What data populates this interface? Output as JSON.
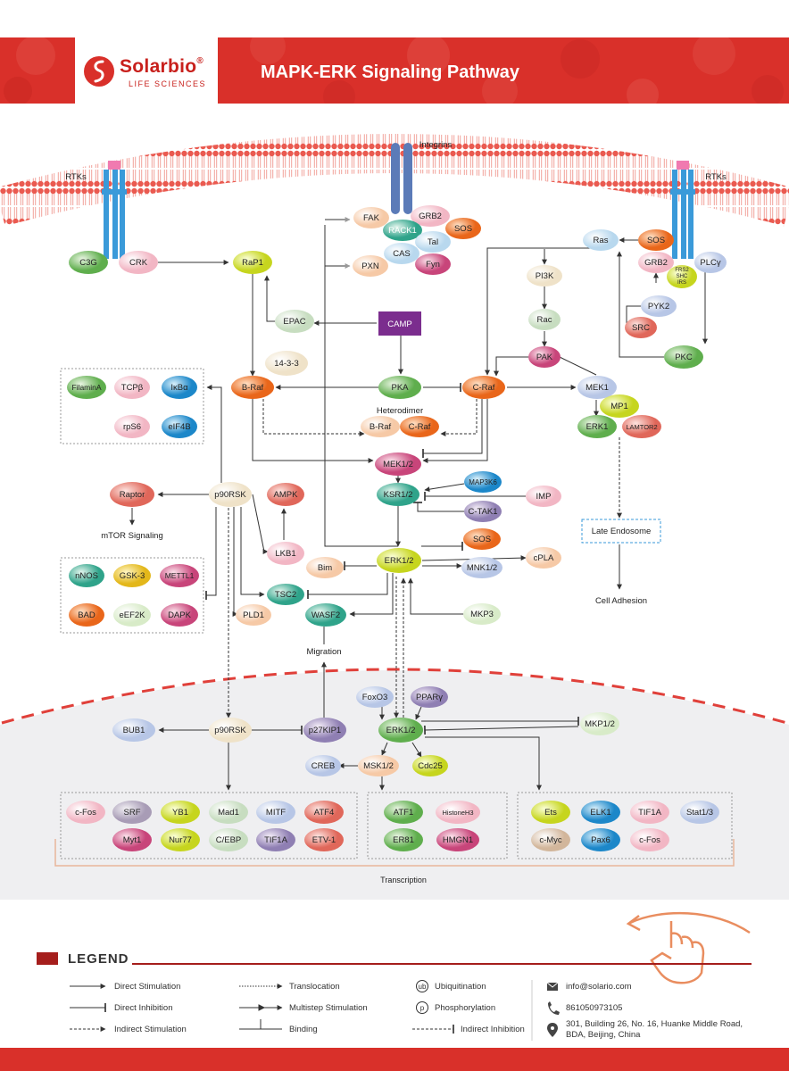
{
  "header": {
    "brand": "Solarbio",
    "brand_mark": "®",
    "brand_sub": "LIFE SCIENCES",
    "title": "MAPK-ERK Signaling Pathway"
  },
  "labels": {
    "rtks_left": "RTKs",
    "rtks_right": "RTKs",
    "integrins": "Integrins",
    "heterodimer": "Heterodimer",
    "mtor": "mTOR Signaling",
    "migration": "Migration",
    "late_endosome": "Late Endosome",
    "cell_adhesion": "Cell Adhesion",
    "transcription": "Transcription"
  },
  "nodes": {
    "c3g": "C3G",
    "crk": "CRK",
    "rap1": "RaP1",
    "fak": "FAK",
    "grb2a": "GRB2",
    "rack1": "RACK1",
    "sos1": "SOS",
    "tal": "Tal",
    "cas": "CAS",
    "fyn": "Fyn",
    "pxn": "PXN",
    "ras": "Ras",
    "sos2": "SOS",
    "grb2b": "GRB2",
    "frs2": "FRS2",
    "shc": "SHC",
    "irs": "IRS",
    "plcg": "PLCγ",
    "pi3k": "PI3K",
    "rac": "Rac",
    "pyk2": "PYK2",
    "src": "SRC",
    "pak": "PAK",
    "pkc": "PKC",
    "epac": "EPAC",
    "camp": "CAMP",
    "p1433": "14-3-3",
    "braf": "B-Raf",
    "pka": "PKA",
    "craf": "C-Raf",
    "mek1": "MEK1",
    "mp1": "MP1",
    "erk1": "ERK1",
    "lamtor2": "LAMTOR2",
    "braf2": "B-Raf",
    "craf2": "C-Raf",
    "filamina": "FilaminA",
    "tcpb": "TCPβ",
    "ikba": "IκBα",
    "rps6": "rpS6",
    "eif4b": "eIF4B",
    "mek12": "MEK1/2",
    "map3k6": "MAP3K6",
    "ksr12": "KSR1/2",
    "imp": "IMP",
    "ctak1": "C-TAK1",
    "raptor": "Raptor",
    "p90rsk": "p90RSK",
    "ampk": "AMPK",
    "sos3": "SOS",
    "lkb1": "LKB1",
    "bim": "Bim",
    "erk12": "ERK1/2",
    "mnk12": "MNK1/2",
    "cpla": "cPLA",
    "nnos": "nNOS",
    "gsk3": "GSK-3",
    "mettl1": "METTL1",
    "tsc2": "TSC2",
    "bad": "BAD",
    "eef2k": "eEF2K",
    "dapk": "DAPK",
    "pld1": "PLD1",
    "wasf2": "WASF2",
    "mkp3": "MKP3",
    "foxo3": "FoxO3",
    "pparg": "PPARγ",
    "bub1": "BUB1",
    "p90rsk2": "p90RSK",
    "p27kip1": "p27KIP1",
    "erk12n": "ERK1/2",
    "mkp12": "MKP1/2",
    "creb": "CREB",
    "msk12": "MSK1/2",
    "cdc25": "Cdc25",
    "cfos": "c-Fos",
    "srf": "SRF",
    "yb1": "YB1",
    "mad1": "Mad1",
    "mitf": "MITF",
    "atf4": "ATF4",
    "myt1": "Myt1",
    "nur77": "Nur77",
    "cebp": "C/EBP",
    "tif1a": "TIF1A",
    "etv1": "ETV-1",
    "atf1": "ATF1",
    "histoneh3": "HistoneH3",
    "er81": "ER81",
    "hmgn1": "HMGN1",
    "ets": "Ets",
    "elk1": "ELK1",
    "tif1a2": "TIF1A",
    "stat13": "Stat1/3",
    "cmyc": "c-Myc",
    "pax6": "Pax6",
    "cfos2": "c-Fos"
  },
  "legend": {
    "title": "LEGEND",
    "items": [
      "Direct Stimulation",
      "Direct Inhibition",
      "Indirect Stimulation",
      "Translocation",
      "Multistep Stimulation",
      "Binding",
      "Ubiquitination",
      "Phosphorylation",
      "Indirect Inhibition"
    ],
    "ub": "ub",
    "p": "p"
  },
  "contact": {
    "email": "info@solario.com",
    "phone": "861050973105",
    "address1": "301, Building 26, No. 16, Huanke Middle Road,",
    "address2": "BDA, Beijing, China"
  },
  "colors": {
    "brand_red": "#d9302a",
    "camp_purple": "#7b2d8e",
    "membrane_red": "#e8534a",
    "receptor_blue": "#3a9ad9",
    "integrin_blue": "#5b7bb8",
    "nucleus_gray": "#f0f0f2"
  }
}
